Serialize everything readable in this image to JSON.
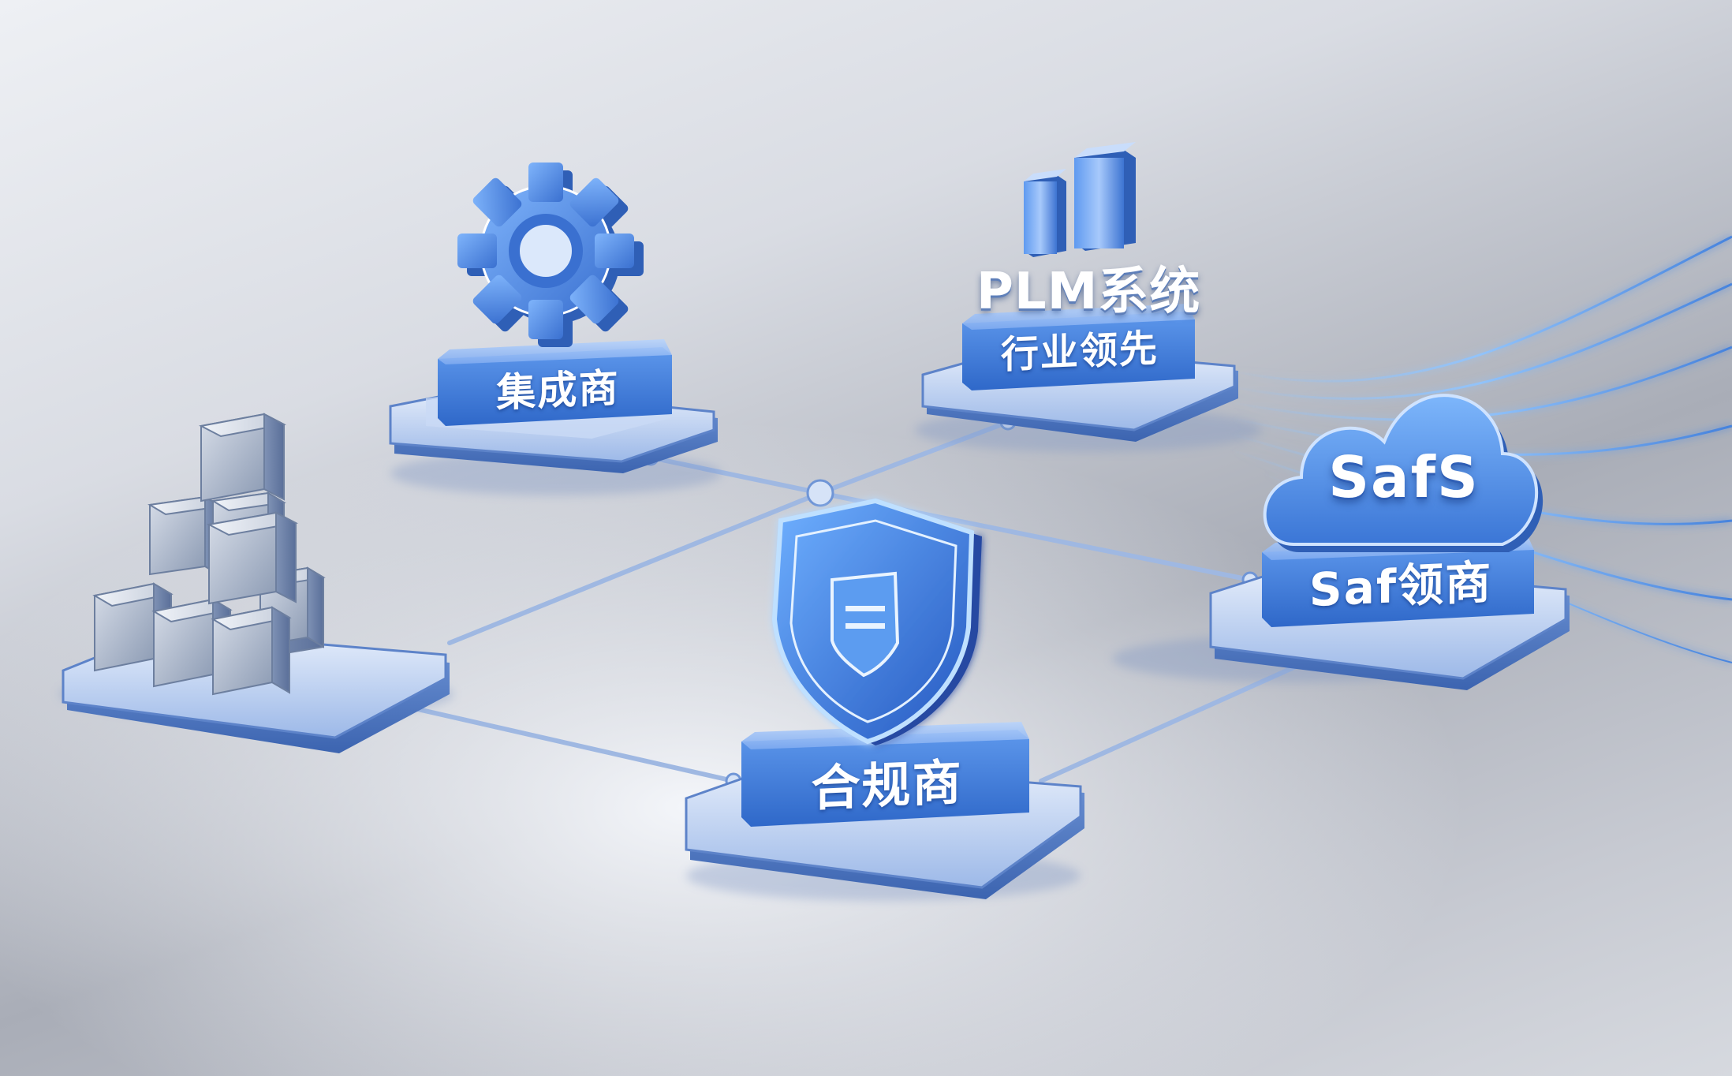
{
  "nodes": {
    "integrator": {
      "label": "集成商",
      "icon": "gear-icon"
    },
    "plm": {
      "title": "PLM系统",
      "label": "行业领先",
      "icon": "bar-chart-icon"
    },
    "saas": {
      "cloud_text": "SafS",
      "label": "Saf领商",
      "icon": "cloud-icon"
    },
    "compliance": {
      "label": "合规商",
      "icon": "shield-icon"
    },
    "modules": {
      "icon": "cubes-stack-icon"
    }
  },
  "colors": {
    "accent": "#3f7fd9",
    "platform": "#8fb0e6",
    "glow": "#8fc4ff",
    "background": "#d9dce3"
  }
}
